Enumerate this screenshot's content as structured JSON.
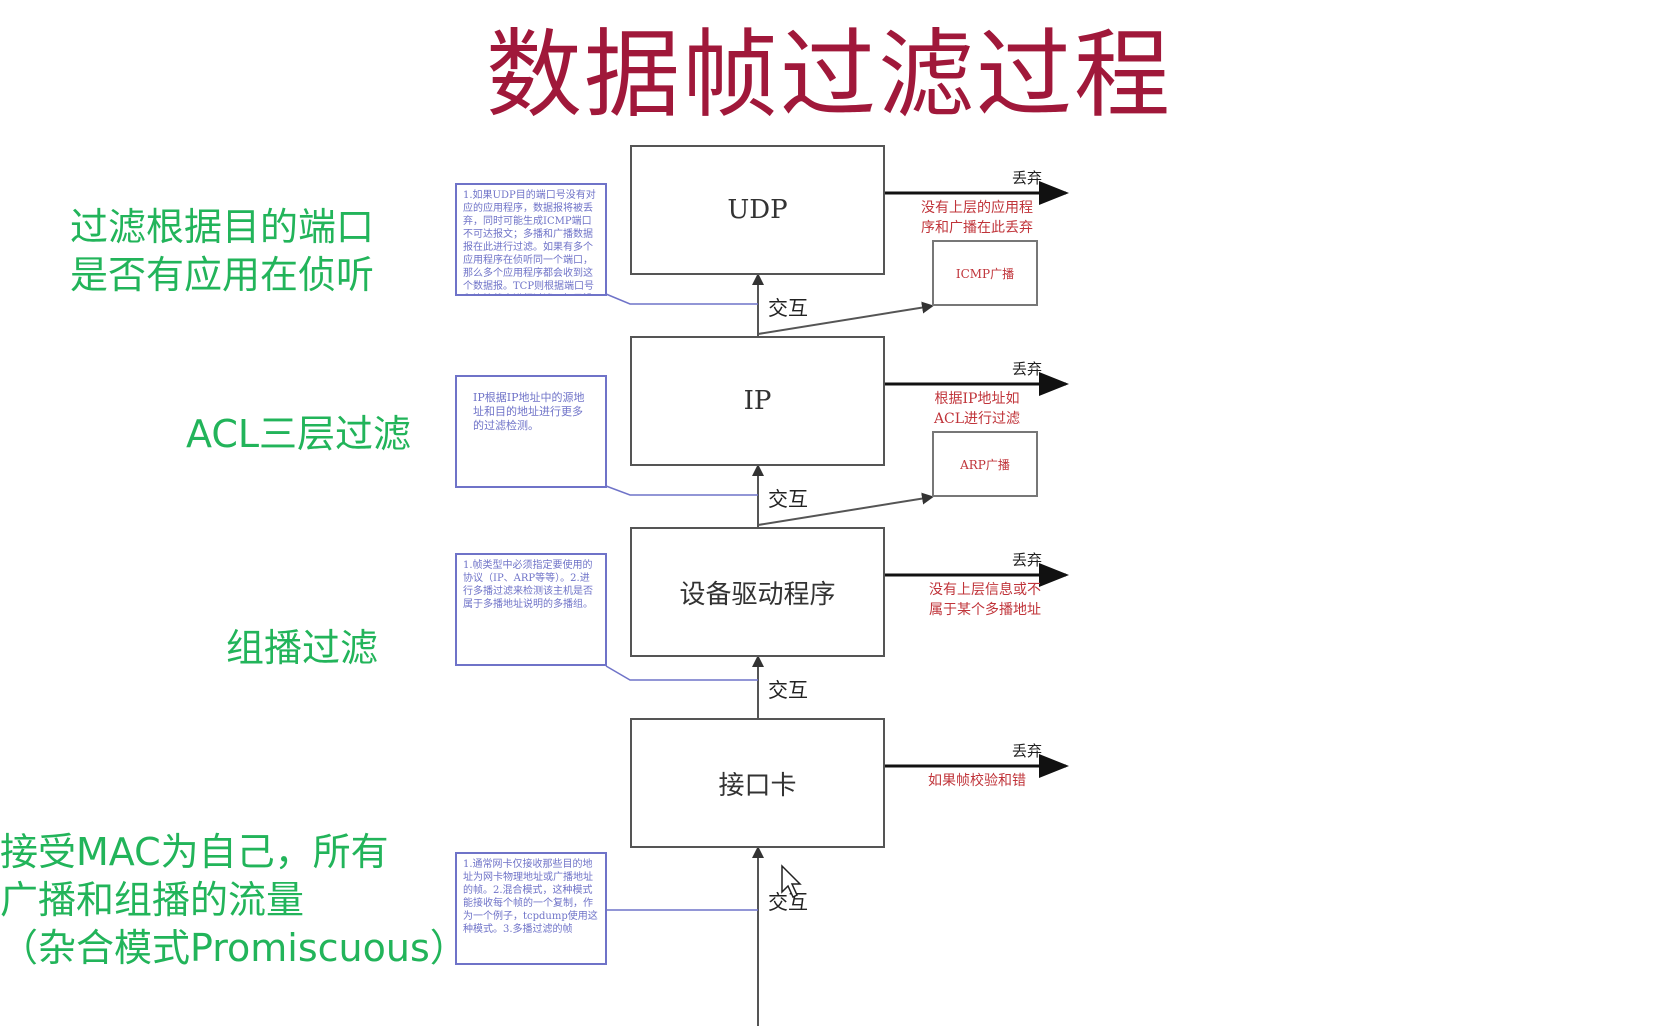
{
  "title": "数据帧过滤过程",
  "left_labels": {
    "udp_label": "过滤根据目的端口\n是否有应用在侦听",
    "ip_label": "ACL三层过滤",
    "driver_label": "组播过滤",
    "nic_label": "接受MAC为自己，所有\n广播和组播的流量\n（杂合模式Promiscuous）"
  },
  "layers": {
    "udp": "UDP",
    "ip": "IP",
    "driver": "设备驱动程序",
    "nic": "接口卡"
  },
  "drop_label": "丢弃",
  "interact_label": "交互",
  "drop_reasons": {
    "udp": "没有上层的应用程\n序和广播在此丢弃",
    "ip": "根据IP地址如\nACL进行过滤",
    "driver": "没有上层信息或不\n属于某个多播地址",
    "nic": "如果帧校验和错"
  },
  "side_boxes": {
    "icmp": "ICMP广播",
    "arp": "ARP广播"
  },
  "notes": {
    "udp_note": "1.如果UDP目的端口号没有对应的应用程序，数据报将被丢弃，同时可能生成ICMP端口不可达报文；多播和广播数据报在此进行过滤。如果有多个应用程序在侦听同一个端口，那么多个应用程序都会收到这个数据报。TCP则根据端口号和连接状态进行过滤，如果没有找到对应的连接，则丢弃该报文。",
    "ip_note": "IP根据IP地址中的源地址和目的地址进行更多的过滤检测。",
    "driver_note": "1.帧类型中必须指定要使用的协议（IP、ARP等等）。2.进行多播过滤来检测该主机是否属于多播地址说明的多播组。",
    "nic_note": "1.通常网卡仅接收那些目的地址为网卡物理地址或广播地址的帧。2.混合模式，这种模式能接收每个帧的一个复制，作为一个例子，tcpdump使用这种模式。3.多播过滤的帧"
  },
  "colors": {
    "title": "#a0183a",
    "green_labels": "#22b45a",
    "drop_text": "#c0343a",
    "note_border": "#6f73c8"
  }
}
